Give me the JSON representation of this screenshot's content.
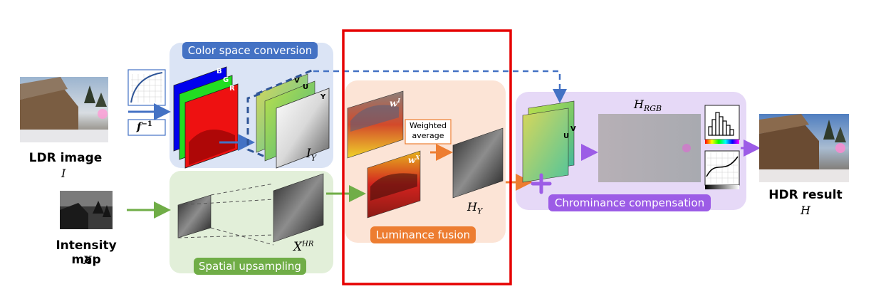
{
  "ldr": {
    "title": "LDR image",
    "symbol": "I"
  },
  "intensity": {
    "title": "Intensity map",
    "symbol": "X"
  },
  "hdr": {
    "title": "HDR result",
    "symbol": "H"
  },
  "inverse_fn": "f",
  "inverse_exp": "−1",
  "colorspace": {
    "title": "Color space conversion",
    "channels_rgb": [
      "B",
      "G",
      "R"
    ],
    "channels_yuv": [
      "V",
      "U",
      "Y"
    ],
    "iy_base": "I",
    "iy_sub": "Y"
  },
  "spatial": {
    "title": "Spatial upsampling",
    "xhr_base": "X",
    "xhr_sup": "HR"
  },
  "luminance": {
    "title": "Luminance fusion",
    "weighted_label_1": "Weighted",
    "weighted_label_2": "average",
    "wi_base": "w",
    "wi_sup": "I",
    "wx_base": "w",
    "wx_sup": "X",
    "hy_base": "H",
    "hy_sub": "Y"
  },
  "chroma": {
    "title": "Chrominance compensation",
    "hrgb_base": "H",
    "hrgb_sub": "RGB",
    "channels_uv": [
      "V",
      "U"
    ]
  },
  "colors": {
    "blue_panel": "#dbe4f5",
    "blue_title": "#4472c4",
    "green_panel": "#e2efd9",
    "green_title": "#70ad47",
    "orange_panel": "#fce4d6",
    "orange_title": "#ed7d31",
    "purple_panel": "#e6d9f7",
    "purple_title": "#9c5ce6",
    "highlight": "#e60000"
  }
}
